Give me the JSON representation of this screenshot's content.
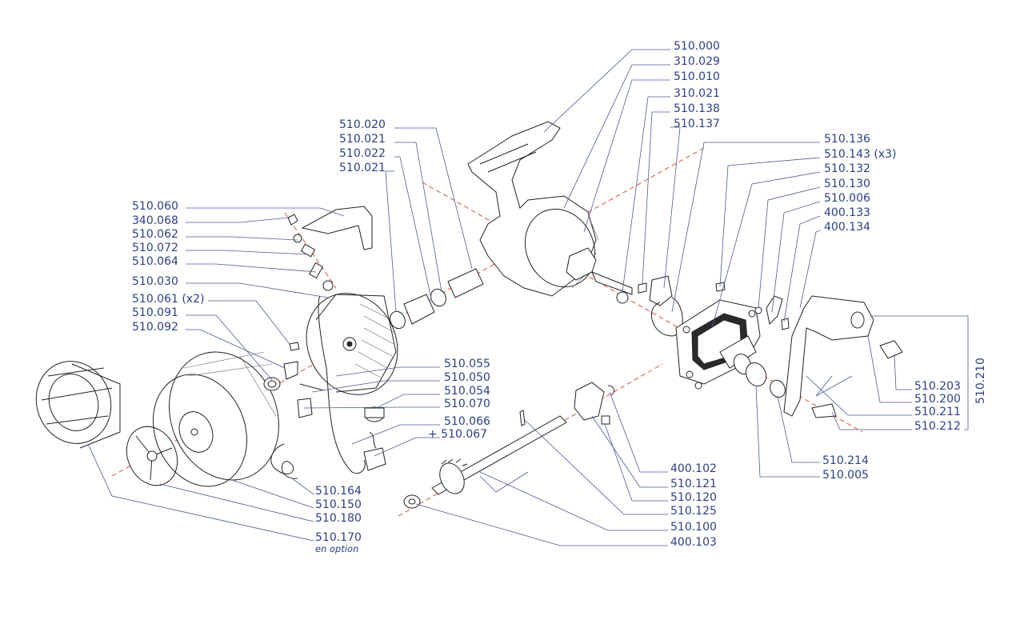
{
  "labels": [
    {
      "id": "510.000",
      "text": "510.000"
    },
    {
      "id": "310.029",
      "text": "310.029"
    },
    {
      "id": "510.010",
      "text": "510.010"
    },
    {
      "id": "310.021",
      "text": "310.021"
    },
    {
      "id": "510.138",
      "text": "510.138"
    },
    {
      "id": "510.137",
      "text": "510.137"
    },
    {
      "id": "510.136",
      "text": "510.136"
    },
    {
      "id": "510.143",
      "text": "510.143 (x3)"
    },
    {
      "id": "510.132",
      "text": "510.132"
    },
    {
      "id": "510.130",
      "text": "510.130"
    },
    {
      "id": "510.006",
      "text": "510.006"
    },
    {
      "id": "400.133",
      "text": "400.133"
    },
    {
      "id": "400.134",
      "text": "400.134"
    },
    {
      "id": "510.020",
      "text": "510.020"
    },
    {
      "id": "510.021a",
      "text": "510.021"
    },
    {
      "id": "510.022",
      "text": "510.022"
    },
    {
      "id": "510.021b",
      "text": "510.021"
    },
    {
      "id": "510.060",
      "text": "510.060"
    },
    {
      "id": "340.068",
      "text": "340.068"
    },
    {
      "id": "510.062",
      "text": "510.062"
    },
    {
      "id": "510.072",
      "text": "510.072"
    },
    {
      "id": "510.064",
      "text": "510.064"
    },
    {
      "id": "510.030",
      "text": "510.030"
    },
    {
      "id": "510.061",
      "text": "510.061 (x2)"
    },
    {
      "id": "510.091",
      "text": "510.091"
    },
    {
      "id": "510.092",
      "text": "510.092"
    },
    {
      "id": "510.055",
      "text": "510.055"
    },
    {
      "id": "510.050",
      "text": "510.050"
    },
    {
      "id": "510.054",
      "text": "510.054"
    },
    {
      "id": "510.070",
      "text": "510.070"
    },
    {
      "id": "510.066",
      "text": "510.066"
    },
    {
      "id": "510.067",
      "text": "+ 510.067"
    },
    {
      "id": "510.164",
      "text": "510.164"
    },
    {
      "id": "510.150",
      "text": "510.150"
    },
    {
      "id": "510.180",
      "text": "510.180"
    },
    {
      "id": "510.170",
      "text": "510.170"
    },
    {
      "id": "400.102",
      "text": "400.102"
    },
    {
      "id": "510.121",
      "text": "510.121"
    },
    {
      "id": "510.120",
      "text": "510.120"
    },
    {
      "id": "510.125",
      "text": "510.125"
    },
    {
      "id": "510.100",
      "text": "510.100"
    },
    {
      "id": "400.103",
      "text": "400.103"
    },
    {
      "id": "510.203",
      "text": "510.203"
    },
    {
      "id": "510.200",
      "text": "510.200"
    },
    {
      "id": "510.211",
      "text": "510.211"
    },
    {
      "id": "510.212",
      "text": "510.212"
    },
    {
      "id": "510.214",
      "text": "510.214"
    },
    {
      "id": "510.005",
      "text": "510.005"
    },
    {
      "id": "510.210",
      "text": "510.210"
    }
  ],
  "notes": {
    "en_option": "en option"
  },
  "colors": {
    "label": "#2b3f86",
    "leader": "#4a5a98",
    "axis": "#e0502a",
    "outline": "#222222"
  }
}
